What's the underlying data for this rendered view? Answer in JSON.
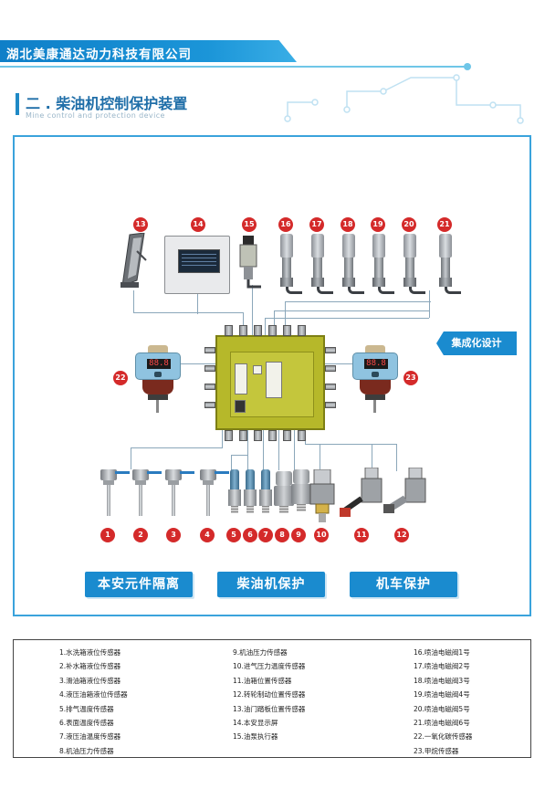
{
  "header": {
    "company": "湖北美康通达动力科技有限公司",
    "section_title": "二 . 柴油机控制保护装置",
    "section_subtitle": "Mine control and protection device"
  },
  "diagram": {
    "badges_top": [
      "13",
      "14",
      "15",
      "16",
      "17",
      "18",
      "19",
      "20",
      "21"
    ],
    "badges_bottom": [
      "1",
      "2",
      "3",
      "4",
      "5",
      "6",
      "7",
      "8",
      "9",
      "10",
      "11",
      "12"
    ],
    "badges_side": [
      "22",
      "23"
    ],
    "feature_tag": "集成化设计",
    "gas_display": "88.8",
    "categories": [
      "本安元件隔离",
      "柴油机保护",
      "机车保护"
    ]
  },
  "legend": {
    "col1": [
      "1.水洗箱液位传感器",
      "2.补水箱液位传感器",
      "3.滑油箱液位传感器",
      "4.液压油箱液位传感器",
      "5.排气温度传感器",
      "6.表面温度传感器",
      "7.液压油温度传感器",
      "8.机油压力传感器"
    ],
    "col2": [
      "9.机油压力传感器",
      "10.进气压力温度传感器",
      "11.油箱位置传感器",
      "12.转轮制动位置传感器",
      "13.油门踏板位置传感器",
      "14.本安显示屏",
      "15.油泵执行器"
    ],
    "col3": [
      "16.喷油电磁阀1号",
      "17.喷油电磁阀2号",
      "18.喷油电磁阀3号",
      "19.喷油电磁阀4号",
      "20.喷油电磁阀5号",
      "21.喷油电磁阀6号",
      "22.一氧化碳传感器",
      "23.甲烷传感器"
    ]
  }
}
